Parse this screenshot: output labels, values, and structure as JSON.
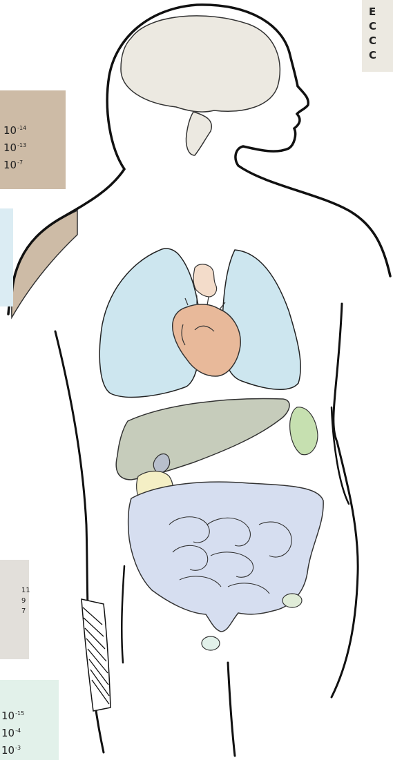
{
  "figure": {
    "organs": [
      "brain-icon",
      "skin-icon",
      "lungs-icon",
      "heart-icon",
      "trachea-icon",
      "liver-icon",
      "spleen-icon",
      "gallbladder-icon",
      "pancreas-icon",
      "intestines-icon",
      "appendix-icon",
      "bladder-icon",
      "muscle-icon"
    ],
    "colors": {
      "brain": "#ece9e1",
      "skin": "#cdbba6",
      "lungs": "#cde6ef",
      "heart": "#e8b99a",
      "trachea": "#f3dcca",
      "liver": "#c6ccbb",
      "spleen": "#c6e0b0",
      "pancreas": "#f4efc5",
      "intestines": "#d6def0",
      "outline": "#111111",
      "panel_muscle": "#e2dfda",
      "panel_gut": "#e2f1ea"
    }
  },
  "panels": {
    "brain": {
      "lines": [
        "E",
        "C",
        "C",
        "C"
      ]
    },
    "skin": {
      "values": [
        {
          "base": "10",
          "exp": "-14"
        },
        {
          "base": "10",
          "exp": "-13"
        },
        {
          "base": "10",
          "exp": "-7"
        }
      ]
    },
    "lung": {
      "values": []
    },
    "muscle": {
      "lines": [
        "11",
        "9",
        "7"
      ]
    },
    "gut": {
      "values": [
        {
          "base": "10",
          "exp": "-15"
        },
        {
          "base": "10",
          "exp": "-4"
        },
        {
          "base": "10",
          "exp": "-3"
        }
      ]
    }
  }
}
